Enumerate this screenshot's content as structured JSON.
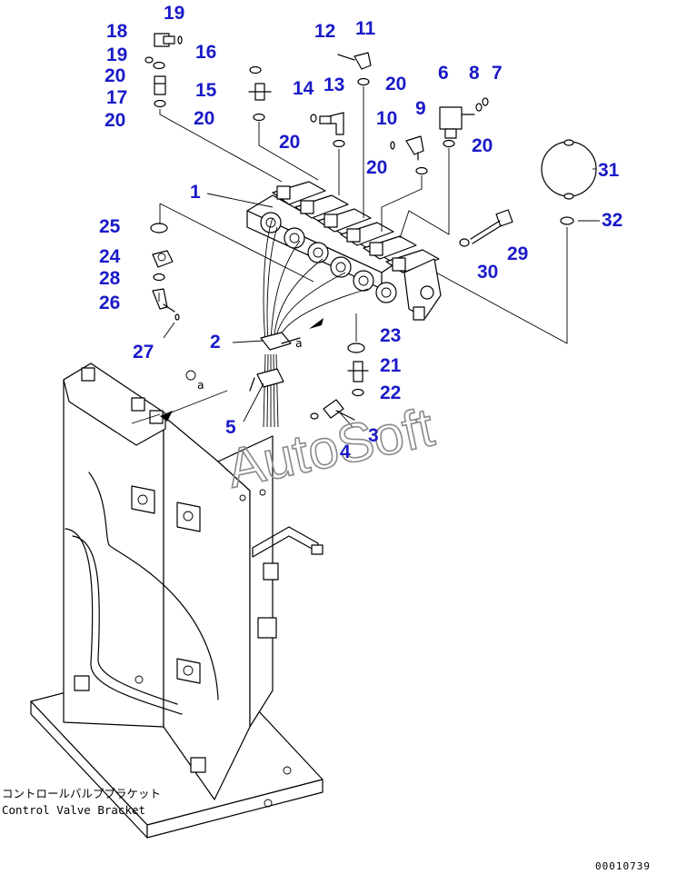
{
  "caption": {
    "japanese": "コントロールバルブブラケット",
    "english": "Control Valve Bracket"
  },
  "document_number": "00010739",
  "watermark": "AutoSoft",
  "view_markers": [
    "a",
    "a"
  ],
  "callouts": [
    "1",
    "2",
    "3",
    "4",
    "5",
    "6",
    "7",
    "8",
    "9",
    "10",
    "11",
    "12",
    "13",
    "14",
    "15",
    "16",
    "17",
    "18",
    "19",
    "19",
    "20",
    "20",
    "20",
    "20",
    "20",
    "20",
    "20",
    "21",
    "22",
    "23",
    "24",
    "25",
    "26",
    "27",
    "28",
    "29",
    "30",
    "31",
    "32"
  ],
  "colors": {
    "callout": "#1a1ac8",
    "line": "#000000",
    "watermark": "#8a8a8a"
  }
}
